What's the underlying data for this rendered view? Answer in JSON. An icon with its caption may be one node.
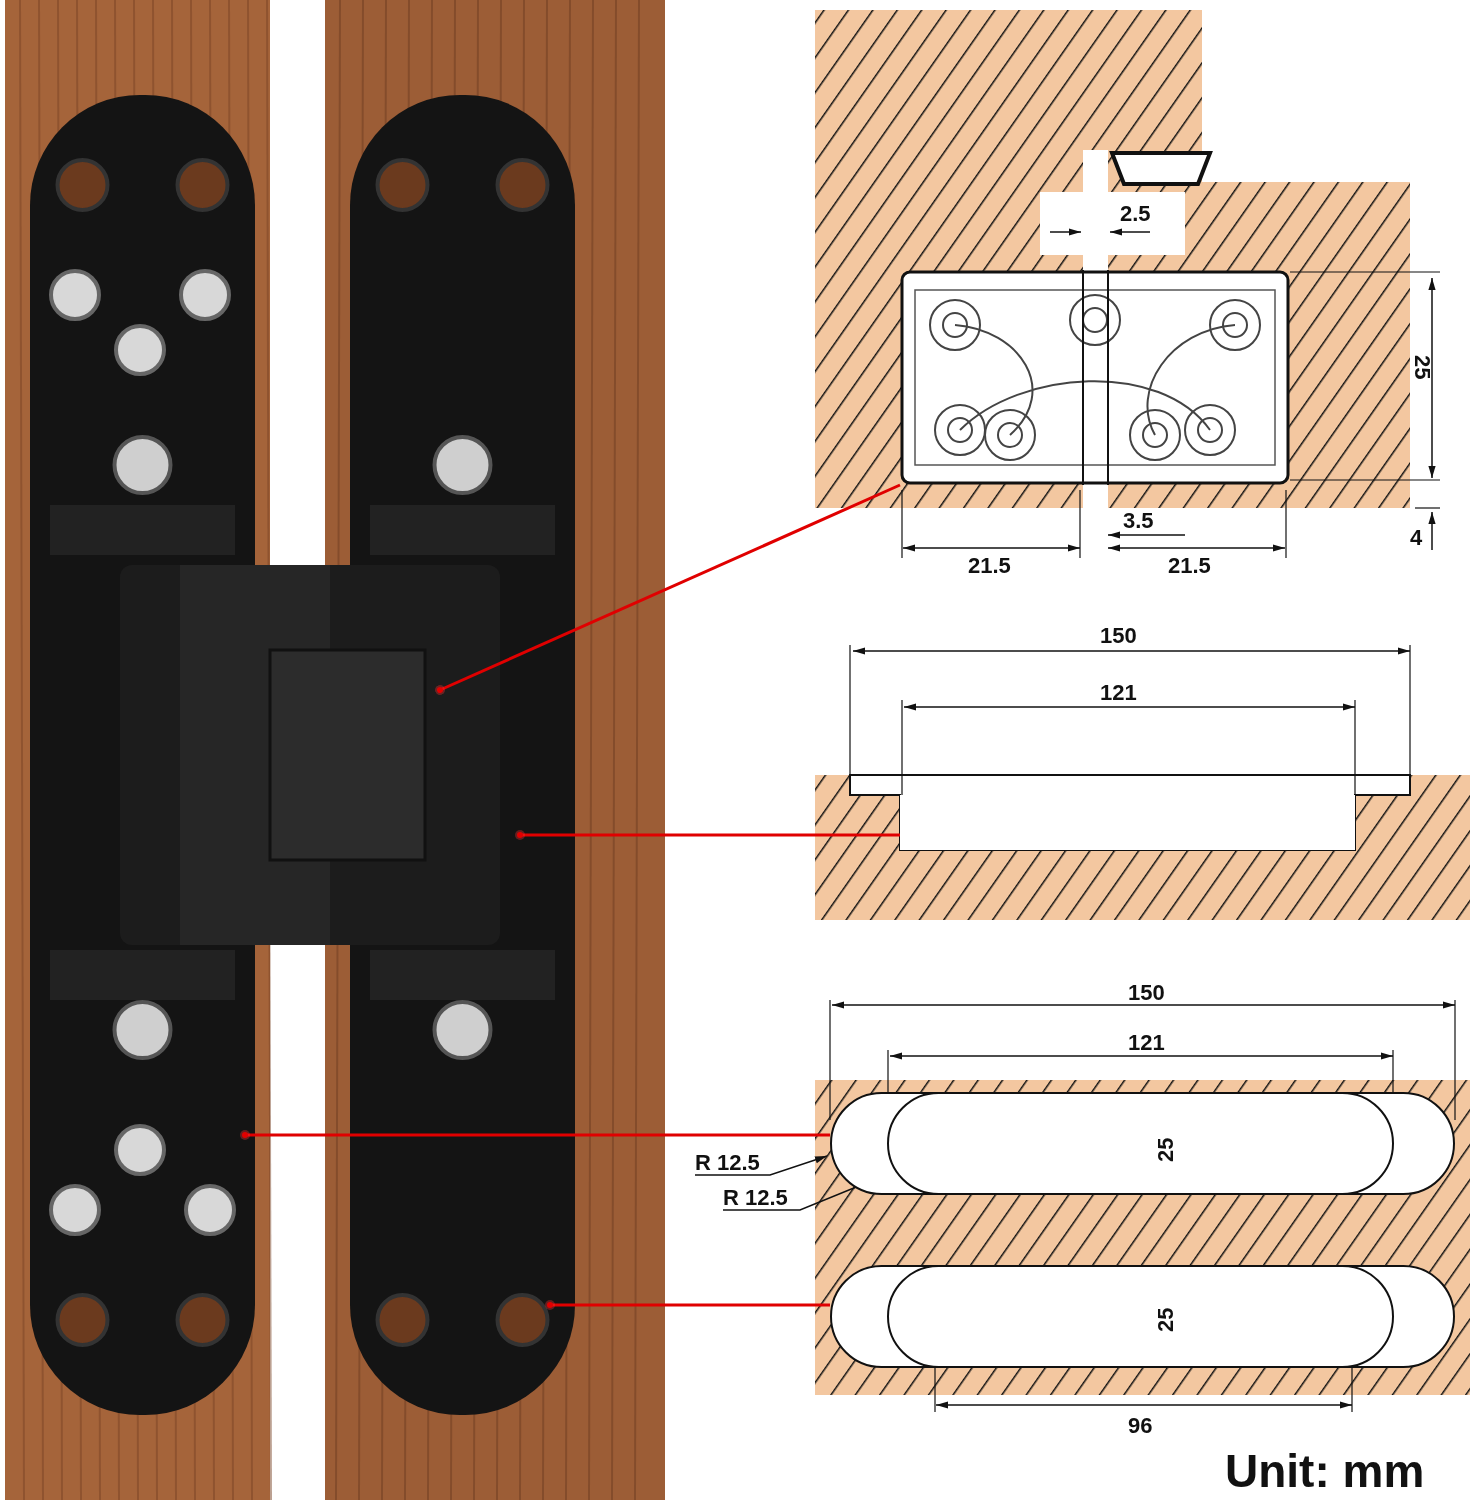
{
  "diagram": {
    "nodes": [
      {
        "text": [],
        "shape": "picture"
      },
      {
        "text": [],
        "shape": "picture"
      },
      {
        "text": [],
        "shape": "box"
      },
      {
        "text": [],
        "shape": "box"
      },
      {
        "text": [],
        "shape": "box"
      }
    ],
    "edges": [
      {
        "from": 0,
        "to": 1,
        "arrow": "other"
      },
      {
        "from": 0,
        "to": 2,
        "arrow": "other"
      },
      {
        "from": 0,
        "to": 3,
        "arrow": "other"
      },
      {
        "from": 0,
        "to": 4,
        "arrow": "other"
      }
    ],
    "labels": [
      "2.5",
      "25",
      "3.5",
      "4",
      "21.5",
      "21.5",
      "150",
      "121",
      "150",
      "121",
      "25",
      "R 12.5",
      "R 12.5",
      "25",
      "96",
      "Unit: mm"
    ]
  }
}
